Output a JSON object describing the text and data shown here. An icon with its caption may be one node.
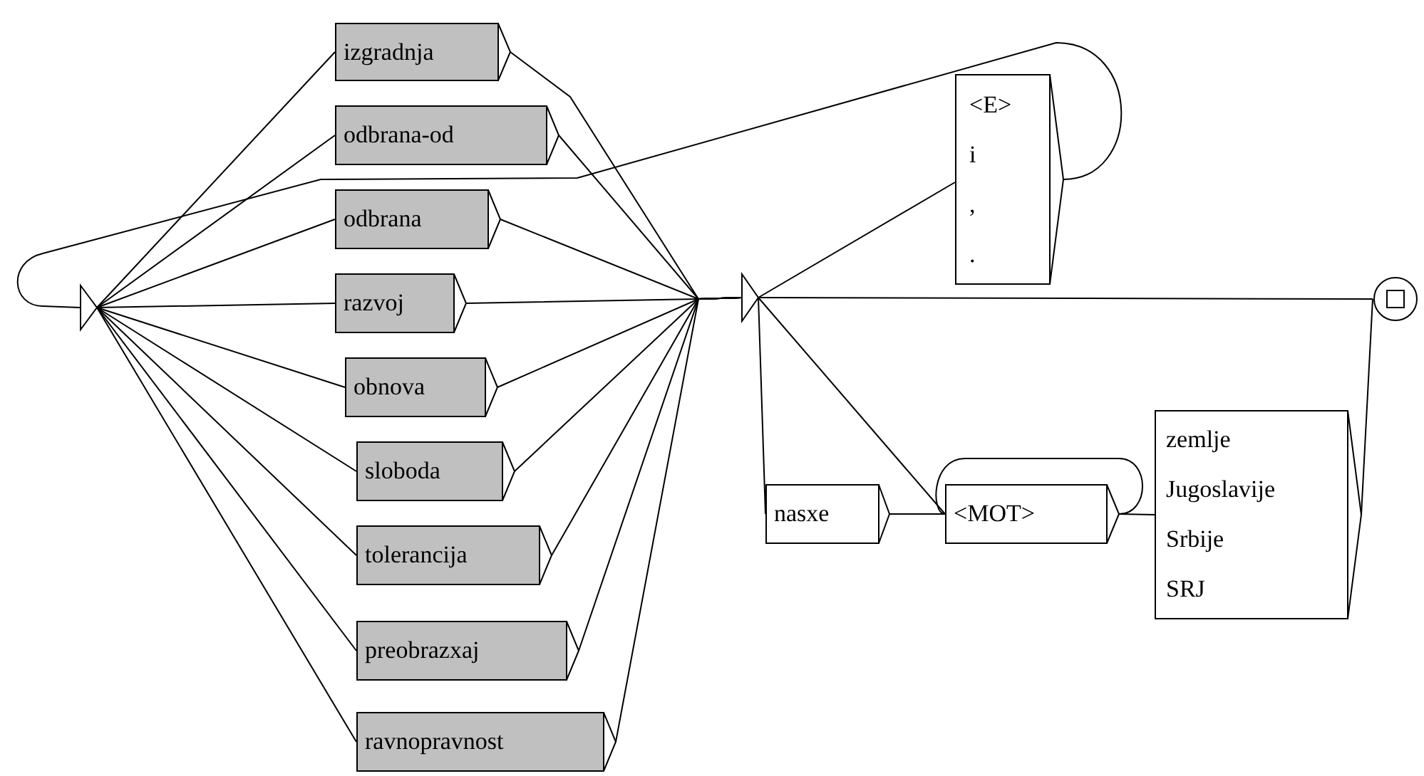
{
  "diagram": {
    "nodes": [
      {
        "text": [],
        "shape": "triangle"
      },
      {
        "text": [
          "izgradnja"
        ]
      },
      {
        "text": [
          "odbrana-od"
        ]
      },
      {
        "text": [
          "odbrana"
        ]
      },
      {
        "text": [
          "razvoj"
        ]
      },
      {
        "text": [
          "obnova"
        ]
      },
      {
        "text": [
          "sloboda"
        ]
      },
      {
        "text": [
          "tolerancija"
        ]
      },
      {
        "text": [
          "preobrazxaj"
        ]
      },
      {
        "text": [
          "ravnopravnost"
        ]
      },
      {
        "text": [],
        "shape": "triangle"
      },
      {
        "text": [
          "<E>",
          "i",
          ",",
          "."
        ]
      },
      {
        "text": [],
        "shape": "circle"
      },
      {
        "text": [
          "nasxe"
        ]
      },
      {
        "text": [
          "<MOT>"
        ]
      },
      {
        "text": [
          "zemlje",
          "Jugoslavije",
          "Srbije",
          "SRJ"
        ]
      }
    ],
    "edges": [
      {
        "from": 0,
        "to": 1,
        "arrow": "none"
      },
      {
        "from": 0,
        "to": 2,
        "arrow": "none"
      },
      {
        "from": 0,
        "to": 3,
        "arrow": "none"
      },
      {
        "from": 0,
        "to": 4,
        "arrow": "none"
      },
      {
        "from": 0,
        "to": 5,
        "arrow": "none"
      },
      {
        "from": 0,
        "to": 6,
        "arrow": "none"
      },
      {
        "from": 0,
        "to": 7,
        "arrow": "none"
      },
      {
        "from": 0,
        "to": 8,
        "arrow": "none"
      },
      {
        "from": 0,
        "to": 9,
        "arrow": "none"
      },
      {
        "from": 1,
        "to": 10,
        "arrow": "none"
      },
      {
        "from": 2,
        "to": 10,
        "arrow": "none"
      },
      {
        "from": 3,
        "to": 10,
        "arrow": "none"
      },
      {
        "from": 4,
        "to": 10,
        "arrow": "none"
      },
      {
        "from": 5,
        "to": 10,
        "arrow": "none"
      },
      {
        "from": 6,
        "to": 10,
        "arrow": "none"
      },
      {
        "from": 7,
        "to": 10,
        "arrow": "none"
      },
      {
        "from": 8,
        "to": 10,
        "arrow": "none"
      },
      {
        "from": 9,
        "to": 10,
        "arrow": "none"
      },
      {
        "from": 10,
        "to": 11,
        "arrow": "none"
      },
      {
        "from": 10,
        "to": 12,
        "arrow": "none"
      },
      {
        "from": 10,
        "to": 13,
        "arrow": "none"
      },
      {
        "from": 10,
        "to": 14,
        "arrow": "none"
      },
      {
        "from": 11,
        "to": 0,
        "arrow": "none"
      },
      {
        "from": 13,
        "to": 14,
        "arrow": "none"
      },
      {
        "from": 14,
        "to": 14,
        "arrow": "none"
      },
      {
        "from": 14,
        "to": 15,
        "arrow": "none"
      },
      {
        "from": 15,
        "to": 12,
        "arrow": "none"
      }
    ]
  }
}
